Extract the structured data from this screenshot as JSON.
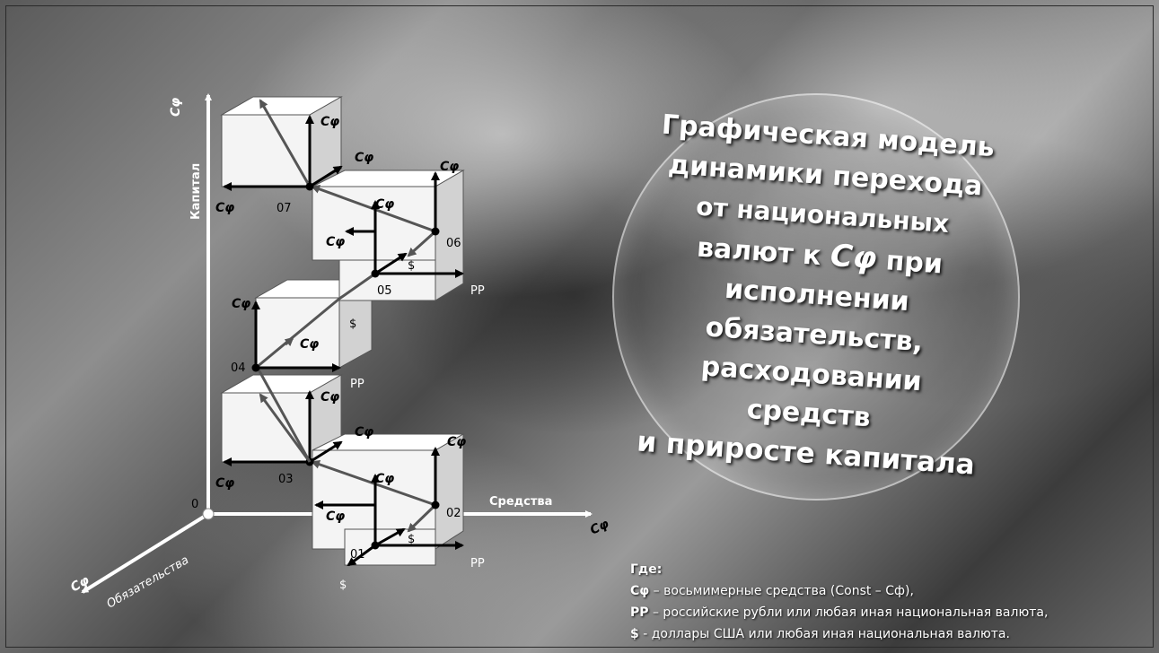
{
  "diagram": {
    "axes": {
      "vertical_label": "Капитал",
      "horizontal_label": "Средства",
      "diagonal_label": "Обязательства",
      "origin_label": "0",
      "axis_symbol": "Cφ"
    },
    "symbols": {
      "c_phi": "Cφ",
      "rubles": "PP",
      "dollar": "$"
    },
    "points": [
      "01",
      "02",
      "03",
      "04",
      "05",
      "06",
      "07"
    ]
  },
  "title": {
    "line1": "Графическая модель",
    "line2": "динамики перехода",
    "line3": "от национальных",
    "line4_pre": "валют к ",
    "line4_sym": "Cφ",
    "line4_post": " при",
    "line5": "исполнении",
    "line6": "обязательств,",
    "line7": "расходовании средств",
    "line8": "и приросте капитала"
  },
  "legend": {
    "heading": "Где:",
    "items": [
      {
        "key": "Сφ",
        "text": " – восьмимерные средства (Const – Сф),"
      },
      {
        "key": "PP",
        "text": " – российские рубли или любая иная национальная валюта,"
      },
      {
        "key": "$",
        "text": " - доллары США или любая иная национальная валюта."
      }
    ]
  }
}
